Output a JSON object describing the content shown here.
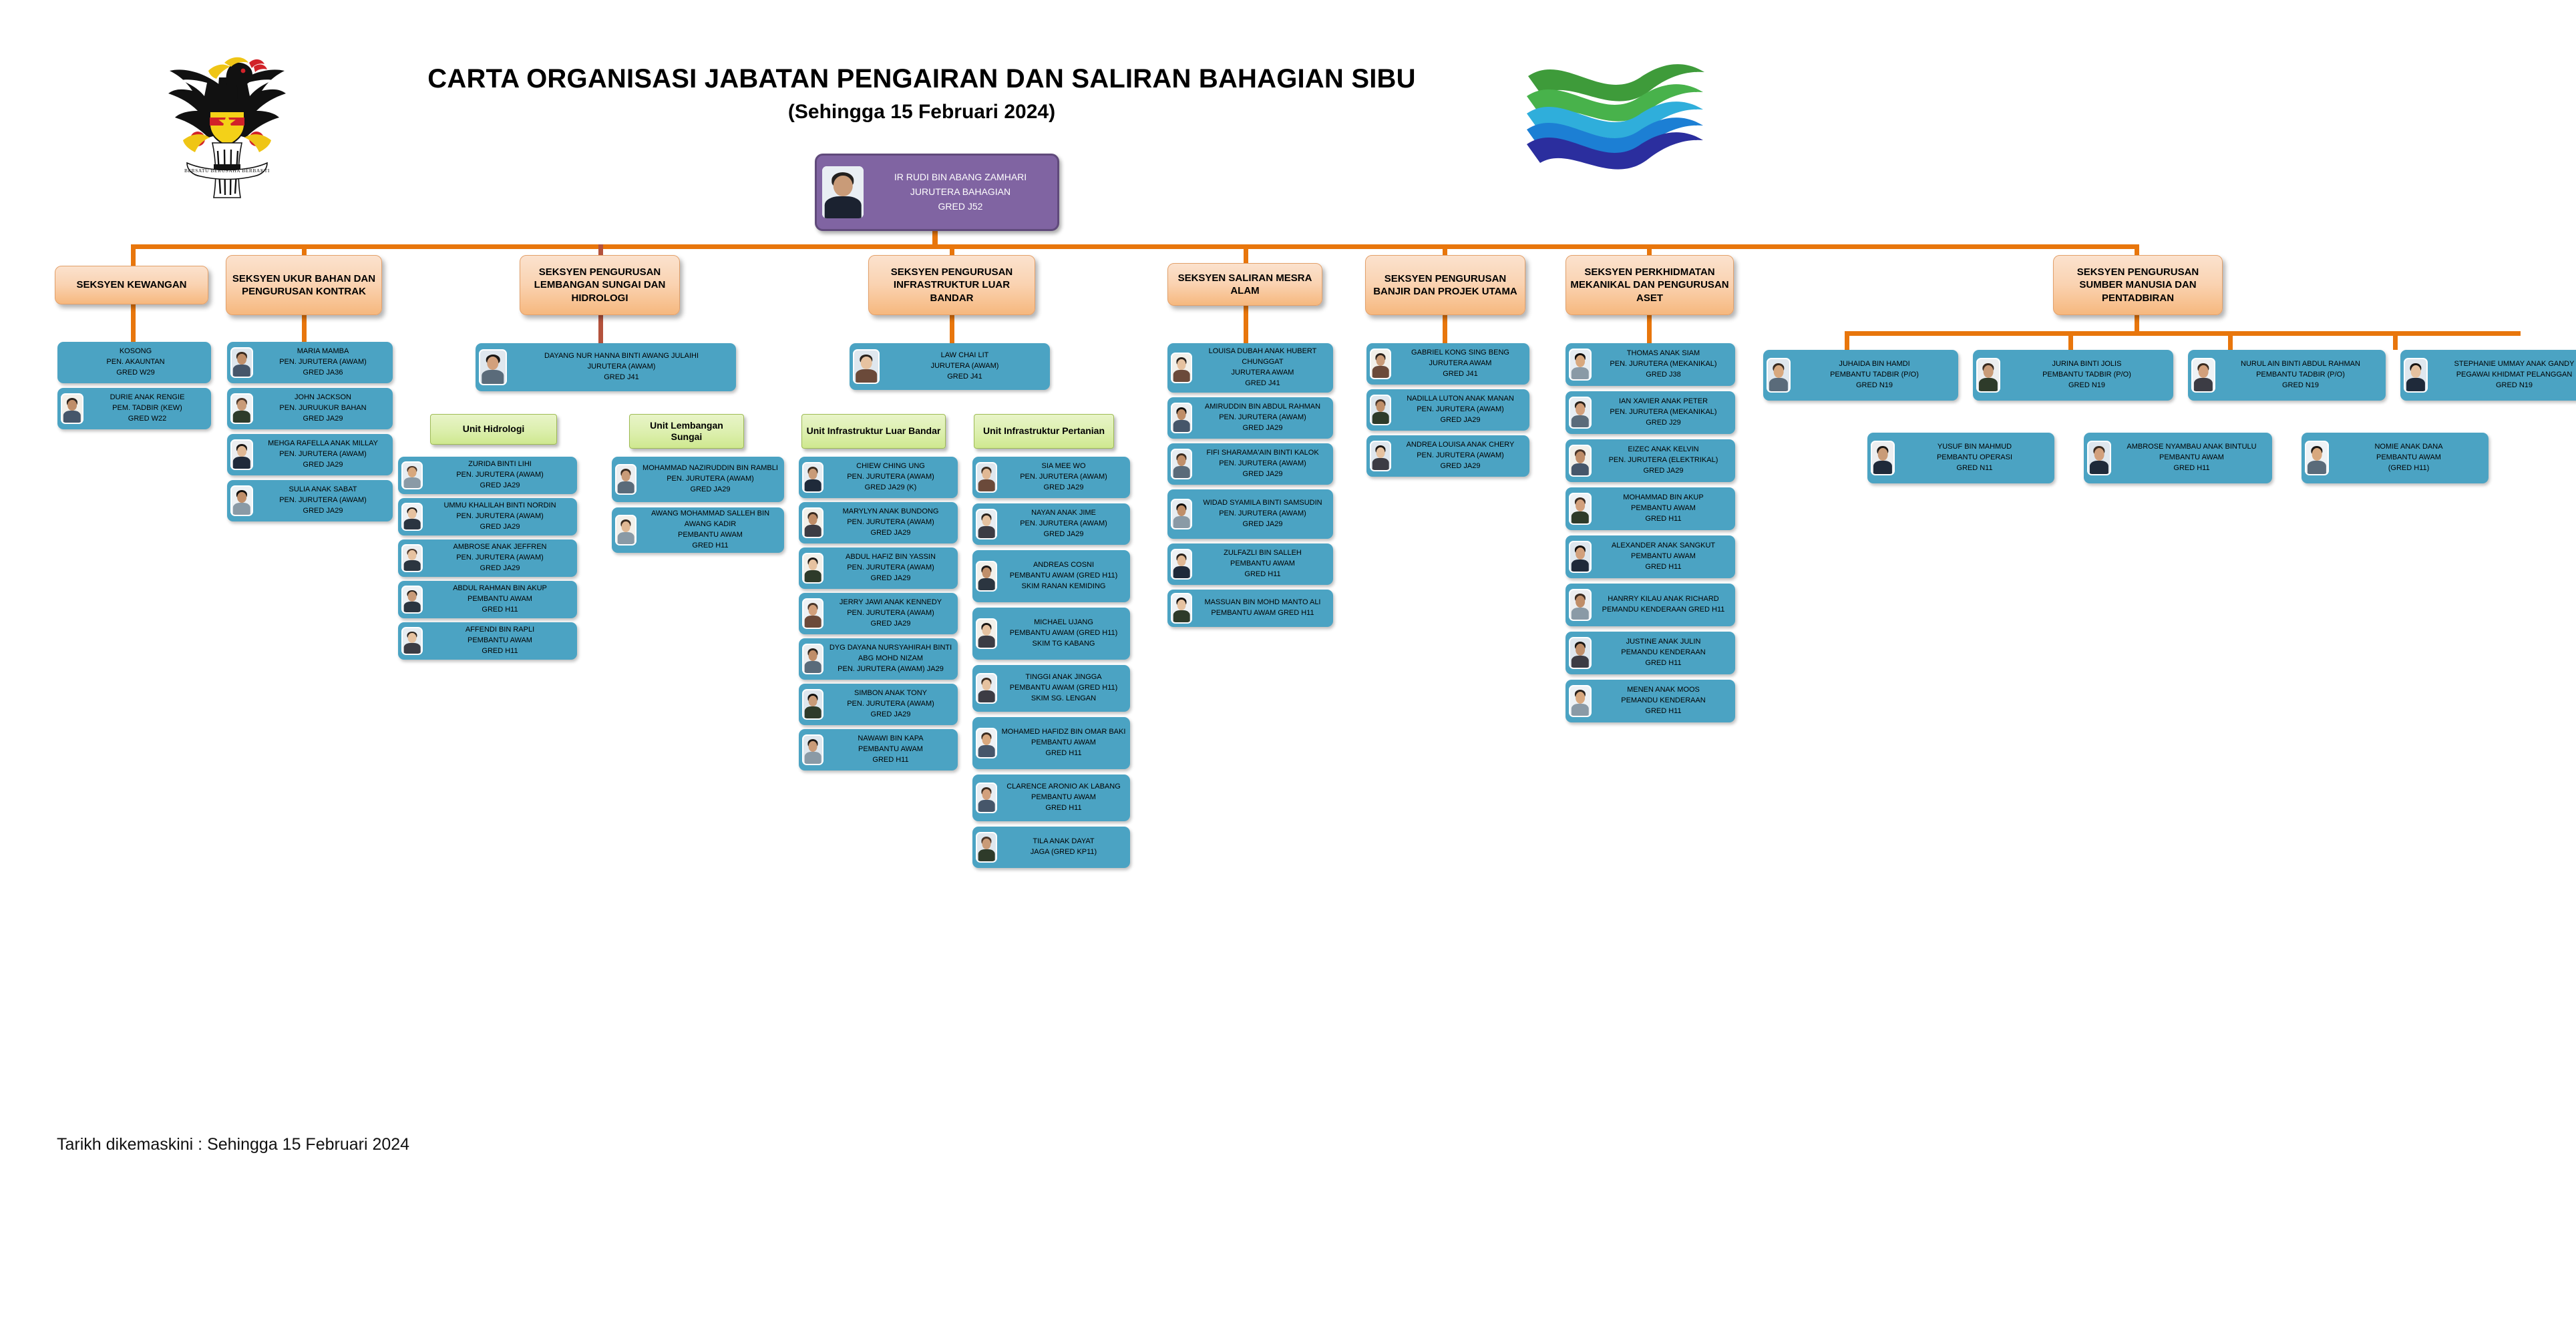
{
  "header": {
    "title": "CARTA ORGANISASI JABATAN PENGAIRAN DAN SALIRAN BAHAGIAN SIBU",
    "subtitle": "(Sehingga 15 Februari 2024)",
    "crest_icon": "sarawak-coat-of-arms-icon",
    "agency_logo_icon": "jps-wave-logo-icon"
  },
  "head": {
    "name": "IR RUDI BIN ABANG ZAMHARI",
    "position": "JURUTERA BAHAGIAN",
    "grade": "GRED J52"
  },
  "sections": [
    {
      "id": "kewangan",
      "label": "SEKSYEN KEWANGAN"
    },
    {
      "id": "ukur-bahan",
      "label": "SEKSYEN UKUR BAHAN DAN PENGURUSAN KONTRAK"
    },
    {
      "id": "lembangan",
      "label": "SEKSYEN PENGURUSAN LEMBANGAN SUNGAI DAN HIDROLOGI"
    },
    {
      "id": "infra-luar",
      "label": "SEKSYEN PENGURUSAN INFRASTRUKTUR LUAR BANDAR"
    },
    {
      "id": "mesra-alam",
      "label": "SEKSYEN SALIRAN MESRA ALAM"
    },
    {
      "id": "banjir",
      "label": "SEKSYEN PENGURUSAN BANJIR DAN PROJEK UTAMA"
    },
    {
      "id": "mekanikal",
      "label": "SEKSYEN PERKHIDMATAN MEKANIKAL DAN PENGURUSAN ASET"
    },
    {
      "id": "sumber-manusia",
      "label": "SEKSYEN PENGURUSAN SUMBER MANUSIA DAN PENTADBIRAN"
    }
  ],
  "units": [
    {
      "id": "unit-hidrologi",
      "label": "Unit Hidrologi"
    },
    {
      "id": "unit-lembangan",
      "label": "Unit Lembangan Sungai"
    },
    {
      "id": "unit-infra-luar",
      "label": "Unit Infrastruktur Luar Bandar"
    },
    {
      "id": "unit-pertanian",
      "label": "Unit Infrastruktur Pertanian"
    }
  ],
  "staff": {
    "kewangan": [
      {
        "name": "KOSONG",
        "position": "PEN. AKAUNTAN",
        "grade": "GRED  W29",
        "photo": false
      },
      {
        "name": "DURIE ANAK RENGIE",
        "position": "PEM. TADBIR (KEW)",
        "grade": "GRED  W22",
        "photo": true
      }
    ],
    "ukur_bahan": [
      {
        "name": "MARIA MAMBA",
        "position": "PEN. JURUTERA (AWAM)",
        "grade": "GRED JA36",
        "photo": true
      },
      {
        "name": "JOHN JACKSON",
        "position": "PEN. JURUUKUR BAHAN",
        "grade": "GRED JA29",
        "photo": true
      },
      {
        "name": "MEHGA RAFELLA ANAK MILLAY",
        "position": "PEN. JURUTERA (AWAM)",
        "grade": "GRED JA29",
        "photo": true
      },
      {
        "name": "SULIA ANAK SABAT",
        "position": "PEN. JURUTERA (AWAM)",
        "grade": "GRED JA29",
        "photo": true
      }
    ],
    "lembangan_head": [
      {
        "name": "DAYANG NUR HANNA BINTI AWANG JULAIHI",
        "position": "JURUTERA (AWAM)",
        "grade": "GRED J41",
        "photo": true
      }
    ],
    "unit_hidrologi": [
      {
        "name": "ZURIDA BINTI LIHI",
        "position": "PEN. JURUTERA (AWAM)",
        "grade": "GRED JA29",
        "photo": true
      },
      {
        "name": "UMMU KHALILAH BINTI NORDIN",
        "position": "PEN. JURUTERA (AWAM)",
        "grade": "GRED JA29",
        "photo": true
      },
      {
        "name": "AMBROSE ANAK JEFFREN",
        "position": "PEN. JURUTERA (AWAM)",
        "grade": "GRED JA29",
        "photo": true
      },
      {
        "name": "ABDUL RAHMAN BIN AKUP",
        "position": "PEMBANTU AWAM",
        "grade": "GRED H11",
        "photo": true
      },
      {
        "name": "AFFENDI BIN RAPLI",
        "position": "PEMBANTU AWAM",
        "grade": "GRED H11",
        "photo": true
      }
    ],
    "unit_lembangan": [
      {
        "name": "MOHAMMAD NAZIRUDDIN BIN RAMBLI",
        "position": "PEN. JURUTERA (AWAM)",
        "grade": "GRED JA29",
        "photo": true
      },
      {
        "name": "AWANG MOHAMMAD SALLEH BIN AWANG KADIR",
        "position": "PEMBANTU AWAM",
        "grade": "GRED H11",
        "photo": true
      }
    ],
    "infra_luar_head": [
      {
        "name": "LAW CHAI LIT",
        "position": "JURUTERA (AWAM)",
        "grade": "GRED J41",
        "photo": true
      }
    ],
    "unit_infra_luar": [
      {
        "name": "CHIEW CHING UNG",
        "position": "PEN. JURUTERA (AWAM)",
        "grade": "GRED JA29 (K)",
        "photo": true
      },
      {
        "name": "MARYLYN ANAK BUNDONG",
        "position": "PEN. JURUTERA (AWAM)",
        "grade": "GRED JA29",
        "photo": true
      },
      {
        "name": "ABDUL HAFIZ BIN YASSIN",
        "position": "PEN. JURUTERA (AWAM)",
        "grade": "GRED JA29",
        "photo": true
      },
      {
        "name": "JERRY JAWI ANAK KENNEDY",
        "position": "PEN. JURUTERA (AWAM)",
        "grade": "GRED JA29",
        "photo": true
      },
      {
        "name": "DYG DAYANA NURSYAHIRAH BINTI ABG MOHD NIZAM",
        "position": "PEN. JURUTERA (AWAM) JA29",
        "grade": "",
        "photo": true
      },
      {
        "name": "SIMBON ANAK TONY",
        "position": "PEN. JURUTERA (AWAM)",
        "grade": "GRED JA29",
        "photo": true
      },
      {
        "name": "NAWAWI BIN KAPA",
        "position": "PEMBANTU AWAM",
        "grade": "GRED H11",
        "photo": true
      }
    ],
    "unit_pertanian": [
      {
        "name": "SIA MEE WO",
        "position": "PEN. JURUTERA (AWAM)",
        "grade": "GRED JA29",
        "photo": true
      },
      {
        "name": "NAYAN ANAK JIME",
        "position": "PEN. JURUTERA (AWAM)",
        "grade": "GRED JA29",
        "photo": true
      },
      {
        "name": "ANDREAS COSNI",
        "position": "PEMBANTU AWAM (GRED H11)",
        "grade": "SKIM RANAN KEMIDING",
        "photo": true
      },
      {
        "name": "MICHAEL UJANG",
        "position": "PEMBANTU AWAM (GRED H11)",
        "grade": "SKIM TG KABANG",
        "photo": true
      },
      {
        "name": "TINGGI ANAK JINGGA",
        "position": "PEMBANTU AWAM (GRED H11)",
        "grade": "SKIM SG. LENGAN",
        "photo": true
      },
      {
        "name": "MOHAMED HAFIDZ BIN OMAR BAKI",
        "position": "PEMBANTU AWAM",
        "grade": "GRED H11",
        "photo": true
      },
      {
        "name": "CLARENCE ARONIO AK LABANG",
        "position": "PEMBANTU AWAM",
        "grade": "GRED H11",
        "photo": true
      },
      {
        "name": "TILA ANAK DAYAT",
        "position": "JAGA (GRED KP11)",
        "grade": "",
        "photo": true
      }
    ],
    "mesra_alam": [
      {
        "name": "LOUISA DUBAH ANAK HUBERT CHUNGGAT",
        "position": "JURUTERA AWAM",
        "grade": "GRED J41",
        "photo": true
      },
      {
        "name": "AMIRUDDIN BIN ABDUL RAHMAN",
        "position": "PEN. JURUTERA (AWAM)",
        "grade": "GRED JA29",
        "photo": true
      },
      {
        "name": "FIFI SHARAMA'AIN BINTI KALOK",
        "position": "PEN. JURUTERA (AWAM)",
        "grade": "GRED JA29",
        "photo": true
      },
      {
        "name": "WIDAD SYAMILA BINTI SAMSUDIN",
        "position": "PEN. JURUTERA (AWAM)",
        "grade": "GRED JA29",
        "photo": true
      },
      {
        "name": "ZULFAZLI BIN SALLEH",
        "position": "PEMBANTU AWAM",
        "grade": "GRED H11",
        "photo": true
      },
      {
        "name": "MASSUAN BIN MOHD MANTO ALI",
        "position": "PEMBANTU AWAM  GRED H11",
        "grade": "",
        "photo": true
      }
    ],
    "banjir": [
      {
        "name": "GABRIEL KONG SING BENG",
        "position": "JURUTERA AWAM",
        "grade": "GRED J41",
        "photo": true
      },
      {
        "name": "NADILLA  LUTON ANAK MANAN",
        "position": "PEN. JURUTERA (AWAM)",
        "grade": "GRED JA29",
        "photo": true
      },
      {
        "name": "ANDREA LOUISA ANAK CHERY",
        "position": "PEN. JURUTERA (AWAM)",
        "grade": "GRED JA29",
        "photo": true
      }
    ],
    "mekanikal": [
      {
        "name": "THOMAS ANAK SIAM",
        "position": "PEN. JURUTERA (MEKANIKAL)",
        "grade": "GRED J38",
        "photo": true
      },
      {
        "name": "IAN XAVIER ANAK PETER",
        "position": "PEN. JURUTERA (MEKANIKAL)",
        "grade": "GRED J29",
        "photo": true
      },
      {
        "name": "EIZEC ANAK KELVIN",
        "position": "PEN. JURUTERA (ELEKTRIKAL)",
        "grade": "GRED JA29",
        "photo": true
      },
      {
        "name": "MOHAMMAD BIN AKUP",
        "position": "PEMBANTU AWAM",
        "grade": "GRED H11",
        "photo": true
      },
      {
        "name": "ALEXANDER ANAK SANGKUT",
        "position": "PEMBANTU AWAM",
        "grade": "GRED H11",
        "photo": true
      },
      {
        "name": "HANRRY KILAU ANAK RICHARD",
        "position": "PEMANDU KENDERAAN GRED H11",
        "grade": "",
        "photo": true
      },
      {
        "name": "JUSTINE ANAK JULIN",
        "position": "PEMANDU KENDERAAN",
        "grade": "GRED H11",
        "photo": true
      },
      {
        "name": "MENEN ANAK MOOS",
        "position": "PEMANDU KENDERAAN",
        "grade": "GRED H11",
        "photo": true
      }
    ],
    "sumber_manusia_row1": [
      {
        "name": "JUHAIDA BIN HAMDI",
        "position": "PEMBANTU TADBIR (P/O)",
        "grade": "GRED N19",
        "photo": true
      },
      {
        "name": "JURINA BINTI JOLIS",
        "position": "PEMBANTU TADBIR (P/O)",
        "grade": "GRED N19",
        "photo": true
      },
      {
        "name": "NURUL AIN BINTI ABDUL RAHMAN",
        "position": "PEMBANTU TADBIR (P/O)",
        "grade": "GRED N19",
        "photo": true
      },
      {
        "name": "STEPHANIE UMMAY ANAK GANDY",
        "position": "PEGAWAI KHIDMAT PELANGGAN",
        "grade": "GRED N19",
        "photo": true
      }
    ],
    "sumber_manusia_row2": [
      {
        "name": "YUSUF BIN MAHMUD",
        "position": "PEMBANTU OPERASI",
        "grade": "GRED N11",
        "photo": true
      },
      {
        "name": "AMBROSE NYAMBAU ANAK BINTULU",
        "position": "PEMBANTU AWAM",
        "grade": "GRED H11",
        "photo": true
      },
      {
        "name": "NOMIE ANAK DANA",
        "position": "PEMBANTU AWAM",
        "grade": "(GRED H11)",
        "photo": true
      }
    ]
  },
  "footer": {
    "note": "Tarikh dikemaskini : Sehingga 15 Februari 2024"
  },
  "colors": {
    "connector": "#E8760C",
    "connector_alt": "#B4523C",
    "head_card": "#8064A2",
    "staff_card": "#4BA3C3",
    "section_pill": "#F6B87E",
    "unit_pill": "#CFE88F"
  }
}
